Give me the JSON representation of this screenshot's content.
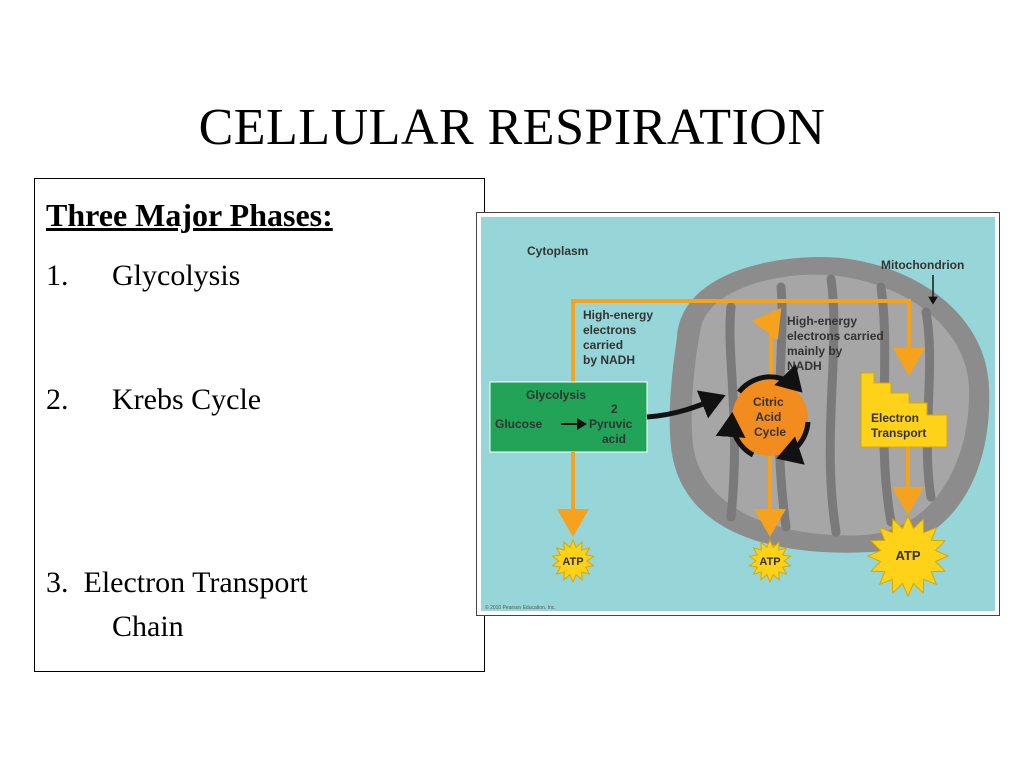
{
  "slide": {
    "title": "CELLULAR RESPIRATION"
  },
  "phases": {
    "heading": "Three Major Phases:",
    "items": [
      {
        "number": "1.",
        "label": "Glycolysis"
      },
      {
        "number": "2.",
        "label": "Krebs Cycle"
      },
      {
        "number": "3.",
        "label_line1": "Electron Transport",
        "label_line2": "Chain"
      }
    ]
  },
  "diagram": {
    "cytoplasm_label": "Cytoplasm",
    "mitochondrion_label": "Mitochondrion",
    "nadh_label": [
      "High-energy",
      "electrons",
      "carried",
      "by NADH"
    ],
    "nadh_mainly_label": [
      "High-energy",
      "electrons carried",
      "mainly by",
      "NADH"
    ],
    "glycolysis_title": "Glycolysis",
    "glucose_label": "Glucose",
    "pyruvic_label": [
      "2",
      "Pyruvic",
      "acid"
    ],
    "citric_label": [
      "Citric",
      "Acid",
      "Cycle"
    ],
    "electron_transport_label": [
      "Electron",
      "Transport"
    ],
    "atp_label": "ATP",
    "copyright": "© 2010 Pearson Education, Inc.",
    "colors": {
      "background": "#96d6d8",
      "mitochondrion": "#8c8c8c",
      "arrow": "#f7a21c",
      "glycolysis_box": "#21a358",
      "citric_circle": "#f28c1f",
      "electron_box": "#ffd21a",
      "atp": "#ffd21a"
    }
  }
}
